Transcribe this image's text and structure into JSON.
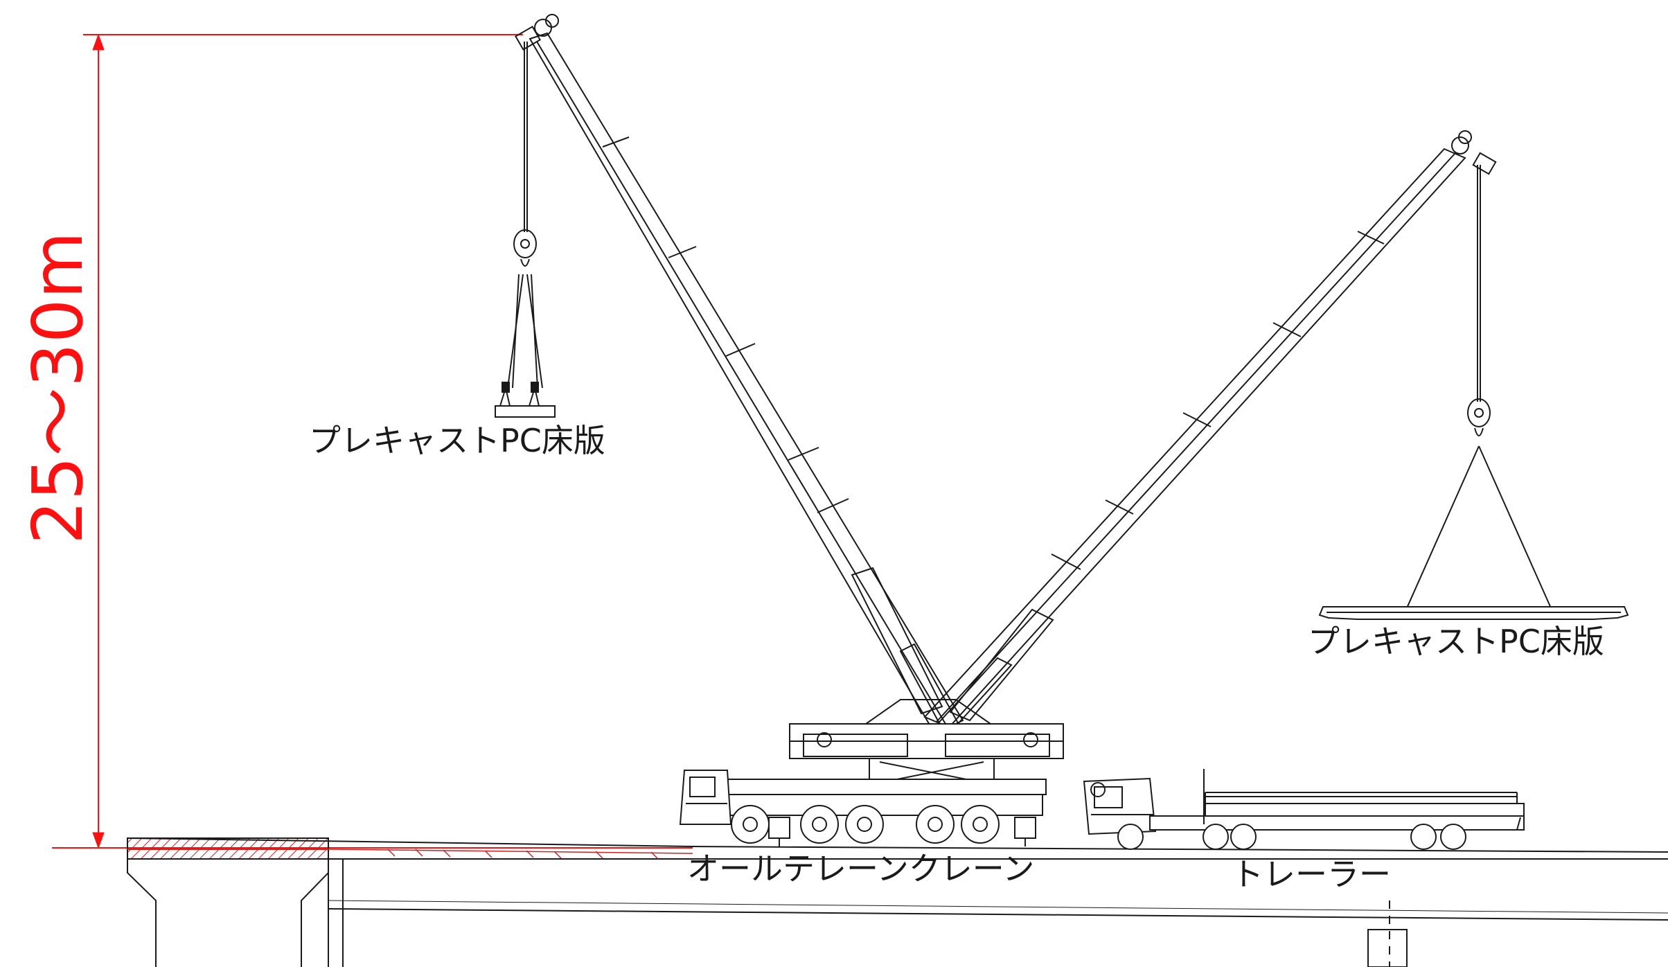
{
  "labels": {
    "height_dimension": "25〜30m",
    "slab_left": "プレキャストPC床版",
    "slab_right": "プレキャストPC床版",
    "crane": "オールテレーンクレーン",
    "trailer": "トレーラー"
  },
  "colors": {
    "dimension": "#ff1010",
    "linework": "#1a1a1a",
    "hatch": "#cc2222"
  },
  "icons": {
    "crane": "all-terrain-crane-drawing",
    "trailer": "trailer-truck-drawing",
    "hook": "crane-hook-block"
  }
}
